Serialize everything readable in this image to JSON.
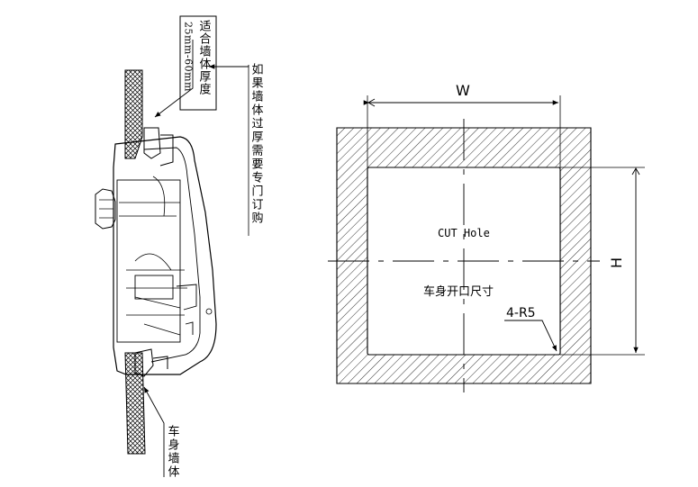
{
  "left_view": {
    "wall_thickness_label": "适合墙体厚度",
    "wall_thickness_range": "25mm-60mm",
    "custom_order_note": "如果墙体过厚需要专门订购",
    "body_wall_label": "车身墙体"
  },
  "right_view": {
    "width_label": "W",
    "height_label": "H",
    "cut_hole_label": "CUT Hole",
    "opening_size_label": "车身开口尺寸",
    "corner_radius_label": "4-R5"
  },
  "colors": {
    "line": "#000000",
    "background": "#ffffff"
  }
}
